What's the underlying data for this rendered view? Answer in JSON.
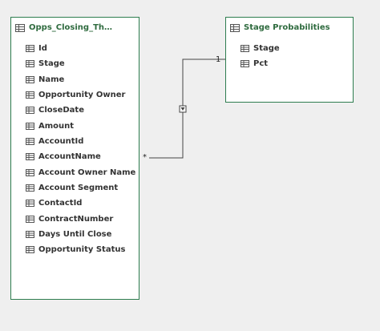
{
  "tables": [
    {
      "name": "Opps_Closing_Thi...",
      "fields": [
        "Id",
        "Stage",
        "Name",
        "Opportunity Owner",
        "CloseDate",
        "Amount",
        "AccountId",
        "AccountName",
        "Account Owner Name",
        "Account Segment",
        "ContactId",
        "ContractNumber",
        "Days Until Close",
        "Opportunity Status"
      ]
    },
    {
      "name": "Stage Probabilities",
      "fields": [
        "Stage",
        "Pct"
      ]
    }
  ],
  "relationship": {
    "one_side": "1",
    "many_side": "*",
    "filter_direction": "single",
    "icon": "filter-arrow-icon"
  },
  "colors": {
    "card_border": "#2e7d4f",
    "card_title": "#2f6b3f",
    "background": "#efefef"
  }
}
